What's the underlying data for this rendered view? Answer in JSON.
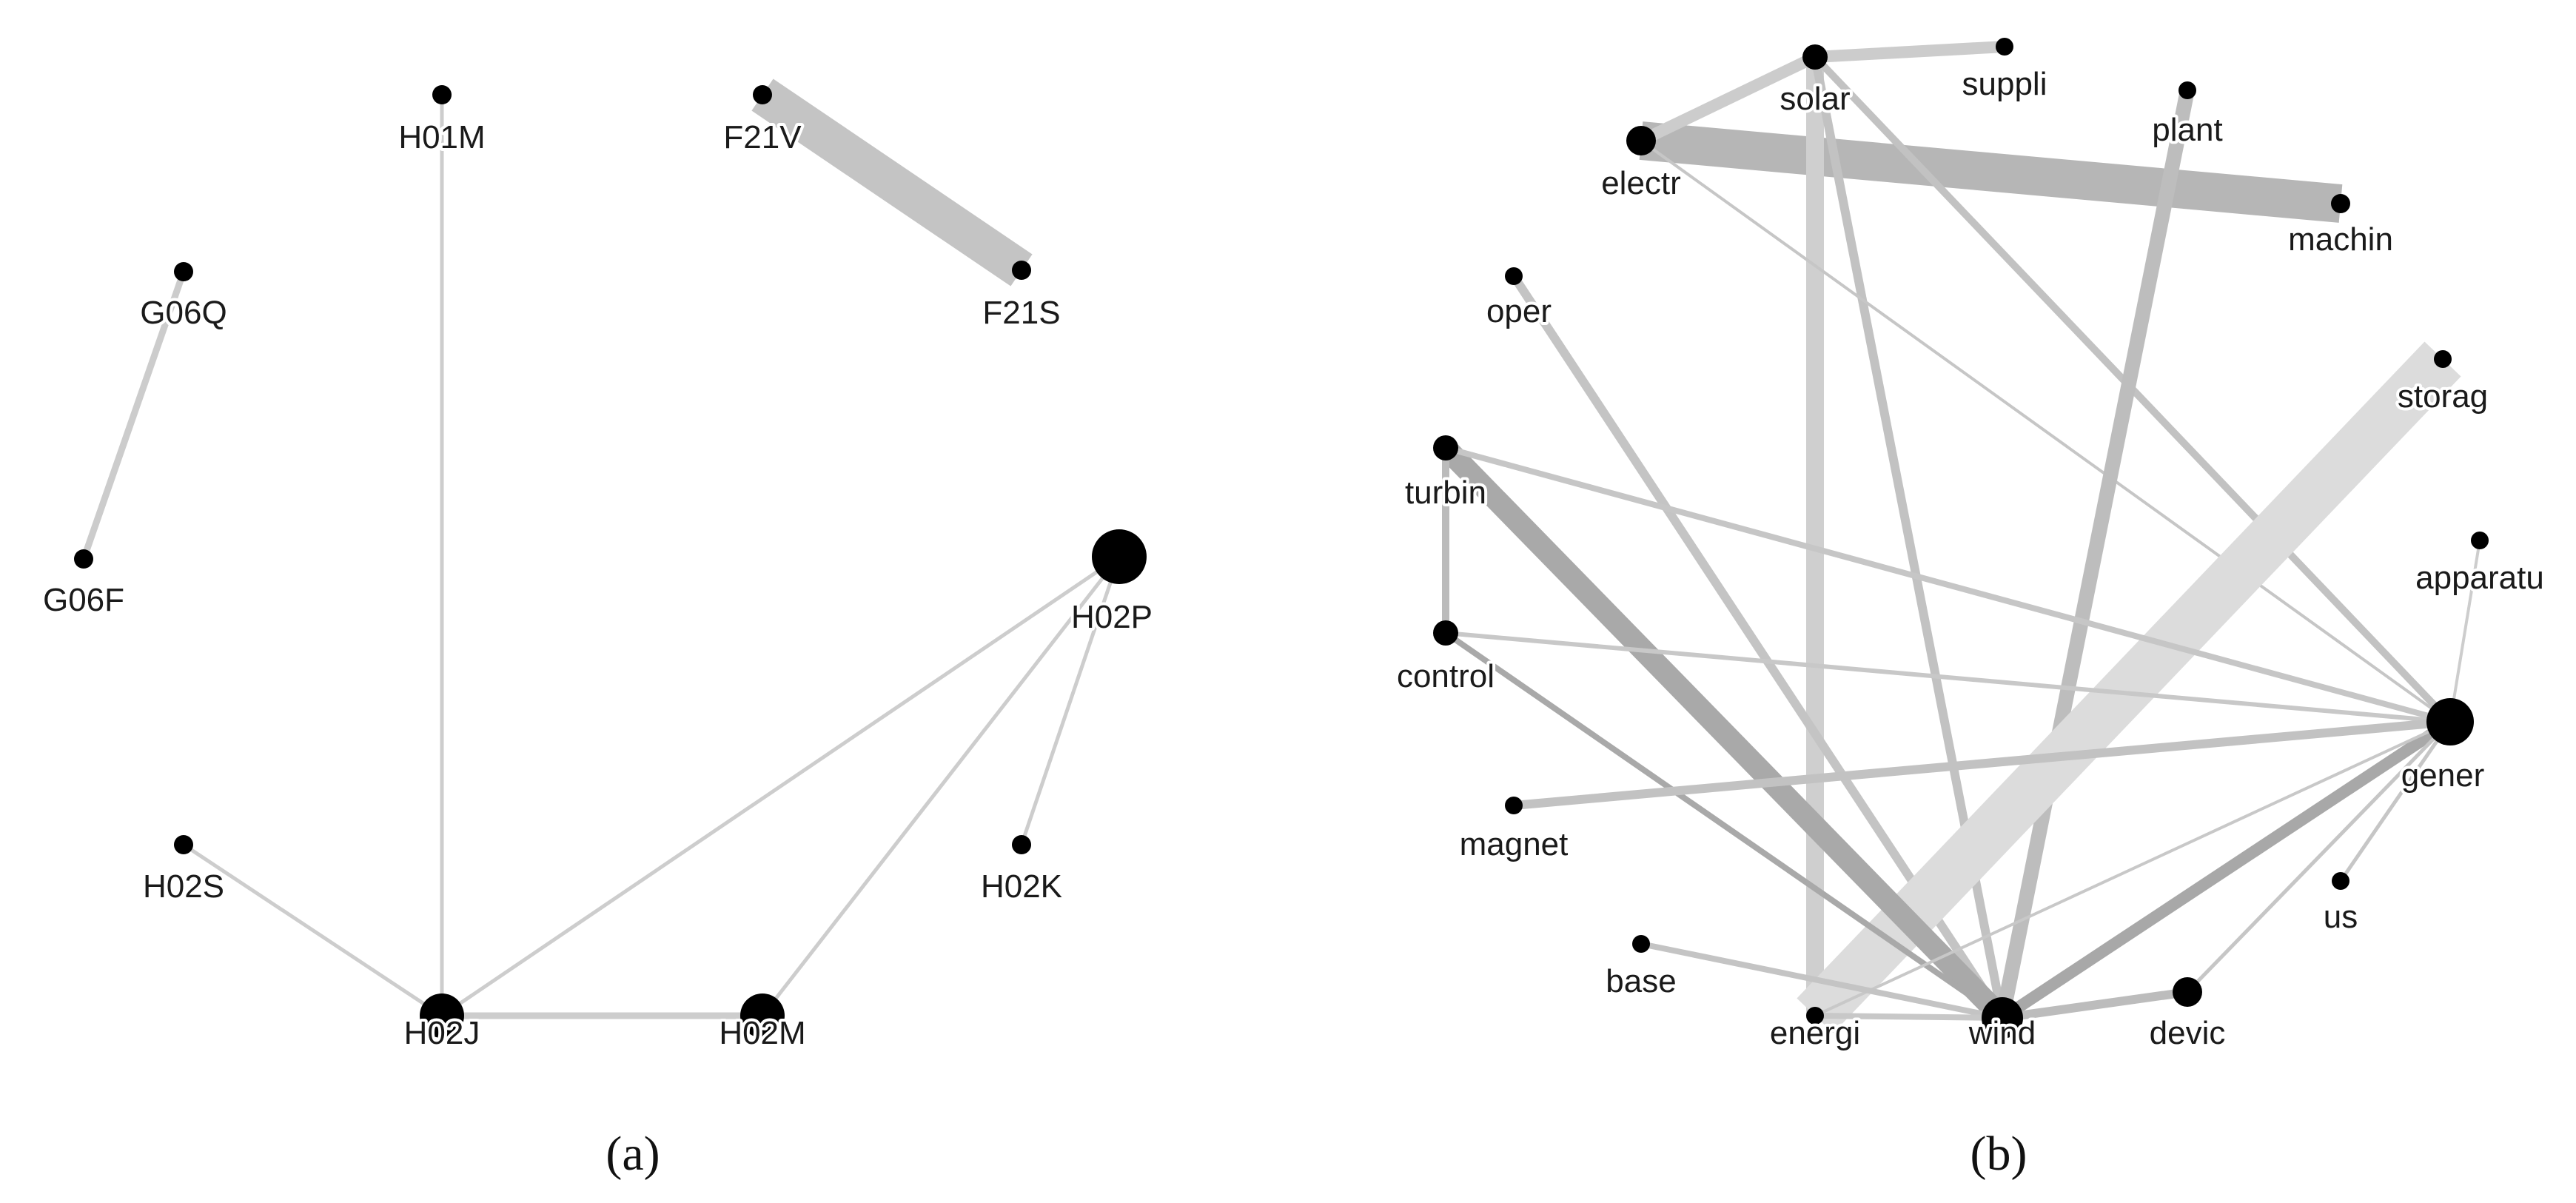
{
  "colors": {
    "edge": "#b5b5b5",
    "edge_dark": "#9a9a9a",
    "node": "#000000",
    "label": "#1a1a1a"
  },
  "panel_a": {
    "caption": "(a)",
    "nodes": [
      {
        "id": "H01M",
        "label": "H01M"
      },
      {
        "id": "F21V",
        "label": "F21V"
      },
      {
        "id": "F21S",
        "label": "F21S"
      },
      {
        "id": "G06Q",
        "label": "G06Q"
      },
      {
        "id": "G06F",
        "label": "G06F"
      },
      {
        "id": "H02P",
        "label": "H02P"
      },
      {
        "id": "H02S",
        "label": "H02S"
      },
      {
        "id": "H02K",
        "label": "H02K"
      },
      {
        "id": "H02J",
        "label": "H02J"
      },
      {
        "id": "H02M",
        "label": "H02M"
      }
    ],
    "edges": [
      {
        "source": "F21V",
        "target": "F21S"
      },
      {
        "source": "G06Q",
        "target": "G06F"
      },
      {
        "source": "H01M",
        "target": "H02J"
      },
      {
        "source": "H02S",
        "target": "H02J"
      },
      {
        "source": "H02J",
        "target": "H02P"
      },
      {
        "source": "H02J",
        "target": "H02M"
      },
      {
        "source": "H02M",
        "target": "H02P"
      },
      {
        "source": "H02P",
        "target": "H02K"
      }
    ]
  },
  "panel_b": {
    "caption": "(b)",
    "nodes": [
      {
        "id": "solar",
        "label": "solar"
      },
      {
        "id": "suppli",
        "label": "suppli"
      },
      {
        "id": "plant",
        "label": "plant"
      },
      {
        "id": "electr",
        "label": "electr"
      },
      {
        "id": "machin",
        "label": "machin"
      },
      {
        "id": "oper",
        "label": "oper"
      },
      {
        "id": "storag",
        "label": "storag"
      },
      {
        "id": "turbin",
        "label": "turbin"
      },
      {
        "id": "apparatu",
        "label": "apparatu"
      },
      {
        "id": "control",
        "label": "control"
      },
      {
        "id": "gener",
        "label": "gener"
      },
      {
        "id": "magnet",
        "label": "magnet"
      },
      {
        "id": "us",
        "label": "us"
      },
      {
        "id": "base",
        "label": "base"
      },
      {
        "id": "energi",
        "label": "energi"
      },
      {
        "id": "wind",
        "label": "wind"
      },
      {
        "id": "devic",
        "label": "devic"
      }
    ],
    "edges": [
      {
        "source": "electr",
        "target": "machin"
      },
      {
        "source": "electr",
        "target": "solar"
      },
      {
        "source": "solar",
        "target": "suppli"
      },
      {
        "source": "solar",
        "target": "energi"
      },
      {
        "source": "solar",
        "target": "wind"
      },
      {
        "source": "solar",
        "target": "gener"
      },
      {
        "source": "electr",
        "target": "gener"
      },
      {
        "source": "plant",
        "target": "wind"
      },
      {
        "source": "oper",
        "target": "wind"
      },
      {
        "source": "storag",
        "target": "energi"
      },
      {
        "source": "turbin",
        "target": "wind"
      },
      {
        "source": "turbin",
        "target": "control"
      },
      {
        "source": "turbin",
        "target": "gener"
      },
      {
        "source": "control",
        "target": "gener"
      },
      {
        "source": "control",
        "target": "wind"
      },
      {
        "source": "magnet",
        "target": "gener"
      },
      {
        "source": "apparatu",
        "target": "gener"
      },
      {
        "source": "gener",
        "target": "us"
      },
      {
        "source": "gener",
        "target": "wind"
      },
      {
        "source": "gener",
        "target": "devic"
      },
      {
        "source": "gener",
        "target": "energi"
      },
      {
        "source": "base",
        "target": "wind"
      },
      {
        "source": "energi",
        "target": "wind"
      },
      {
        "source": "wind",
        "target": "devic"
      }
    ]
  }
}
